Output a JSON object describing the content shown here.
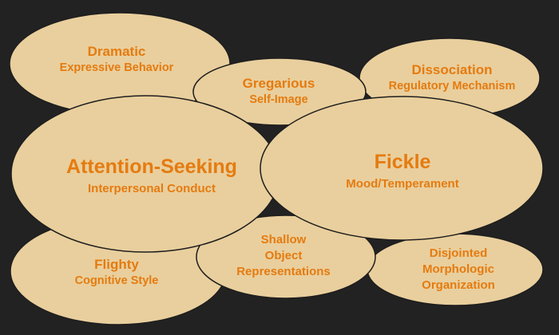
{
  "colors": {
    "background": "#222222",
    "bubble_fill": "#e9cf9d",
    "bubble_stroke": "#1e1e1e",
    "text": "#e57b10"
  },
  "bubbles": {
    "dramatic": {
      "title": "Dramatic",
      "subtitle": "Expressive Behavior"
    },
    "gregarious": {
      "title": "Gregarious",
      "subtitle": "Self-Image"
    },
    "dissociation": {
      "title": "Dissociation",
      "subtitle": "Regulatory Mechanism"
    },
    "attention_seeking": {
      "title": "Attention-Seeking",
      "subtitle": "Interpersonal Conduct"
    },
    "fickle": {
      "title": "Fickle",
      "subtitle": "Mood/Temperament"
    },
    "flighty": {
      "title": "Flighty",
      "subtitle": "Cognitive Style"
    },
    "shallow": {
      "line1": "Shallow",
      "line2": "Object",
      "line3": "Representations"
    },
    "disjointed": {
      "title": "Disjointed",
      "line2": "Morphologic",
      "line3": "Organization"
    }
  }
}
